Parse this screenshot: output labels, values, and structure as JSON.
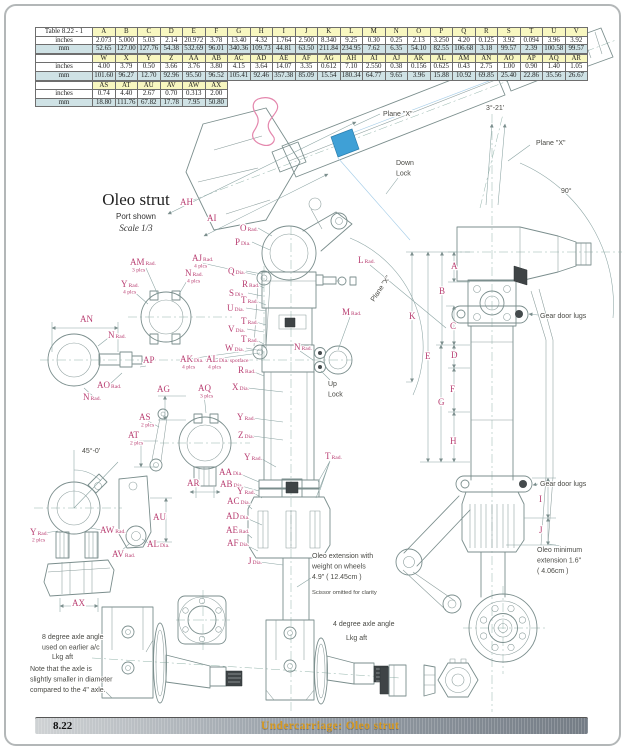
{
  "page": {
    "footer_page": "8.22",
    "footer_title": "Undercarriage:  Oleo strut"
  },
  "table": {
    "title": "Table 8.22 - 1",
    "row_labels": [
      "inches",
      "mm"
    ],
    "groups": [
      {
        "columns": [
          "A",
          "B",
          "C",
          "D",
          "E",
          "F",
          "G",
          "H",
          "I",
          "J",
          "K",
          "L",
          "M",
          "N",
          "O",
          "P",
          "Q",
          "R",
          "S",
          "T",
          "U",
          "V"
        ],
        "inches": [
          "2.073",
          "5.000",
          "5.03",
          "2.14",
          "20.972",
          "3.78",
          "13.40",
          "4.32",
          "1.764",
          "2.500",
          "8.340",
          "9.25",
          "0.30",
          "0.25",
          "2.13",
          "3.250",
          "4.20",
          "0.125",
          "3.92",
          "0.094",
          "3.96",
          "3.92"
        ],
        "mm": [
          "52.65",
          "127.00",
          "127.76",
          "54.38",
          "532.69",
          "96.01",
          "340.36",
          "109.73",
          "44.81",
          "63.50",
          "211.84",
          "234.95",
          "7.62",
          "6.35",
          "54.10",
          "82.55",
          "106.68",
          "3.18",
          "99.57",
          "2.39",
          "100.58",
          "99.57"
        ]
      },
      {
        "columns": [
          "W",
          "X",
          "Y",
          "Z",
          "AA",
          "AB",
          "AC",
          "AD",
          "AE",
          "AF",
          "AG",
          "AH",
          "AI",
          "AJ",
          "AK",
          "AL",
          "AM",
          "AN",
          "AO",
          "AP",
          "AQ",
          "AR"
        ],
        "inches": [
          "4.00",
          "3.79",
          "0.50",
          "3.66",
          "3.76",
          "3.80",
          "4.15",
          "3.64",
          "14.07",
          "3.35",
          "0.612",
          "7.10",
          "2.550",
          "0.38",
          "0.156",
          "0.625",
          "0.43",
          "2.75",
          "1.00",
          "0.90",
          "1.40",
          "1.05"
        ],
        "mm": [
          "101.60",
          "96.27",
          "12.70",
          "92.96",
          "95.50",
          "96.52",
          "105.41",
          "92.46",
          "357.38",
          "85.09",
          "15.54",
          "180.34",
          "64.77",
          "9.65",
          "3.96",
          "15.88",
          "10.92",
          "69.85",
          "25.40",
          "22.86",
          "35.56",
          "26.67"
        ]
      },
      {
        "columns": [
          "AS",
          "AT",
          "AU",
          "AV",
          "AW",
          "AX"
        ],
        "inches": [
          "0.74",
          "4.40",
          "2.67",
          "0.70",
          "0.313",
          "2.00"
        ],
        "mm": [
          "18.80",
          "111.76",
          "67.82",
          "17.78",
          "7.95",
          "50.80"
        ]
      }
    ]
  },
  "diagram": {
    "title": "Oleo strut",
    "subtitle": "Port shown",
    "scale_note": "Scale 1/3",
    "notes": {
      "plane_x": "Plane \"X\"",
      "angle_3_21": "3°-21'",
      "angle_90": "90°",
      "angle_45": "45°-0'",
      "down_lock": [
        "Down",
        "Lock"
      ],
      "up_lock": [
        "Up",
        "Lock"
      ],
      "gear_door_lugs": "Gear door lugs",
      "oleo_min": [
        "Oleo minimum",
        "extension 1.6\"",
        "( 4.06cm )"
      ],
      "oleo_ext": [
        "Oleo extension with",
        "weight on wheels",
        "4.9\" ( 12.45cm )"
      ],
      "scissor": "Scissor omitted for clarity",
      "axle4": "4 degree axle angle",
      "lkg_aft": "Lkg aft",
      "axle8": [
        "8 degree axle angle",
        "used on earlier a/c"
      ],
      "axle_note": [
        "Note that the axle is",
        "slightly smaller in diameter",
        "compared to the 4\" axle."
      ]
    },
    "lbl": {
      "a": "A",
      "b": "B",
      "c": "C",
      "d": "D",
      "e": "E",
      "f": "F",
      "g": "G",
      "h": "H",
      "i": "I",
      "j": "J",
      "k": "K",
      "ah": "AH",
      "ai": "AI",
      "an": "AN",
      "ap": "AP",
      "ag": "AG",
      "au": "AU",
      "ar": "AR",
      "ax": "AX",
      "aq": {
        "t": "AQ",
        "n": "3 plcs"
      },
      "as": {
        "t": "AS",
        "n": "2 plcs"
      },
      "at": {
        "t": "AT",
        "n": "2 plcs"
      },
      "o_rad": {
        "t": "O",
        "s": "Rad."
      },
      "p_dia": {
        "t": "P",
        "s": "Dia."
      },
      "q_dia": {
        "t": "Q",
        "s": "Dia."
      },
      "r_rad": {
        "t": "R",
        "s": "Rad."
      },
      "s_dia": {
        "t": "S",
        "s": "Dia."
      },
      "t_rad": {
        "t": "T",
        "s": "Rad."
      },
      "u_dia": {
        "t": "U",
        "s": "Dia."
      },
      "v_dia": {
        "t": "V",
        "s": "Dia."
      },
      "w_dia": {
        "t": "W",
        "s": "Dia."
      },
      "l_rad": {
        "t": "L",
        "s": "Rad."
      },
      "m_rad": {
        "t": "M",
        "s": "Rad."
      },
      "n_rad": {
        "t": "N",
        "s": "Rad."
      },
      "x_dia": {
        "t": "X",
        "s": "Dia."
      },
      "y_rad": {
        "t": "Y",
        "s": "Rad."
      },
      "z_dia": {
        "t": "Z",
        "s": "Dia."
      },
      "aa_dia": {
        "t": "AA",
        "s": "Dia."
      },
      "ab_dia": {
        "t": "AB",
        "s": "Dia."
      },
      "ac_dia": {
        "t": "AC",
        "s": "Dia."
      },
      "ad_dia": {
        "t": "AD",
        "s": "Dia."
      },
      "ae_rad": {
        "t": "AE",
        "s": "Rad."
      },
      "af_dia": {
        "t": "AF",
        "s": "Dia."
      },
      "j_dia": {
        "t": "J",
        "s": "Dia."
      },
      "al_dia": {
        "t": "AL",
        "s": "Dia."
      },
      "am_rad": {
        "t": "AM",
        "s": "Rad.",
        "n": "3 plcs"
      },
      "aj_rad": {
        "t": "AJ",
        "s": "Rad.",
        "n": "4 plcs"
      },
      "n_rad4": {
        "t": "N",
        "s": "Rad.",
        "n": "4 plcs"
      },
      "y_rad4": {
        "t": "Y",
        "s": "Rad.",
        "n": "4 plcs"
      },
      "y_rad2": {
        "t": "Y",
        "s": "Rad.",
        "n": "2 plcs"
      },
      "ak_dia": {
        "t": "AK",
        "s": "Dia.",
        "n": "4 plcs"
      },
      "al_sf": {
        "t": "AL",
        "s": "Dia. spotface",
        "n": "4 plcs"
      },
      "ao_rad": {
        "t": "AO",
        "s": "Rad."
      },
      "aw_rad": {
        "t": "AW",
        "s": "Rad."
      },
      "av_rad": {
        "t": "AV",
        "s": "Rad."
      }
    }
  }
}
